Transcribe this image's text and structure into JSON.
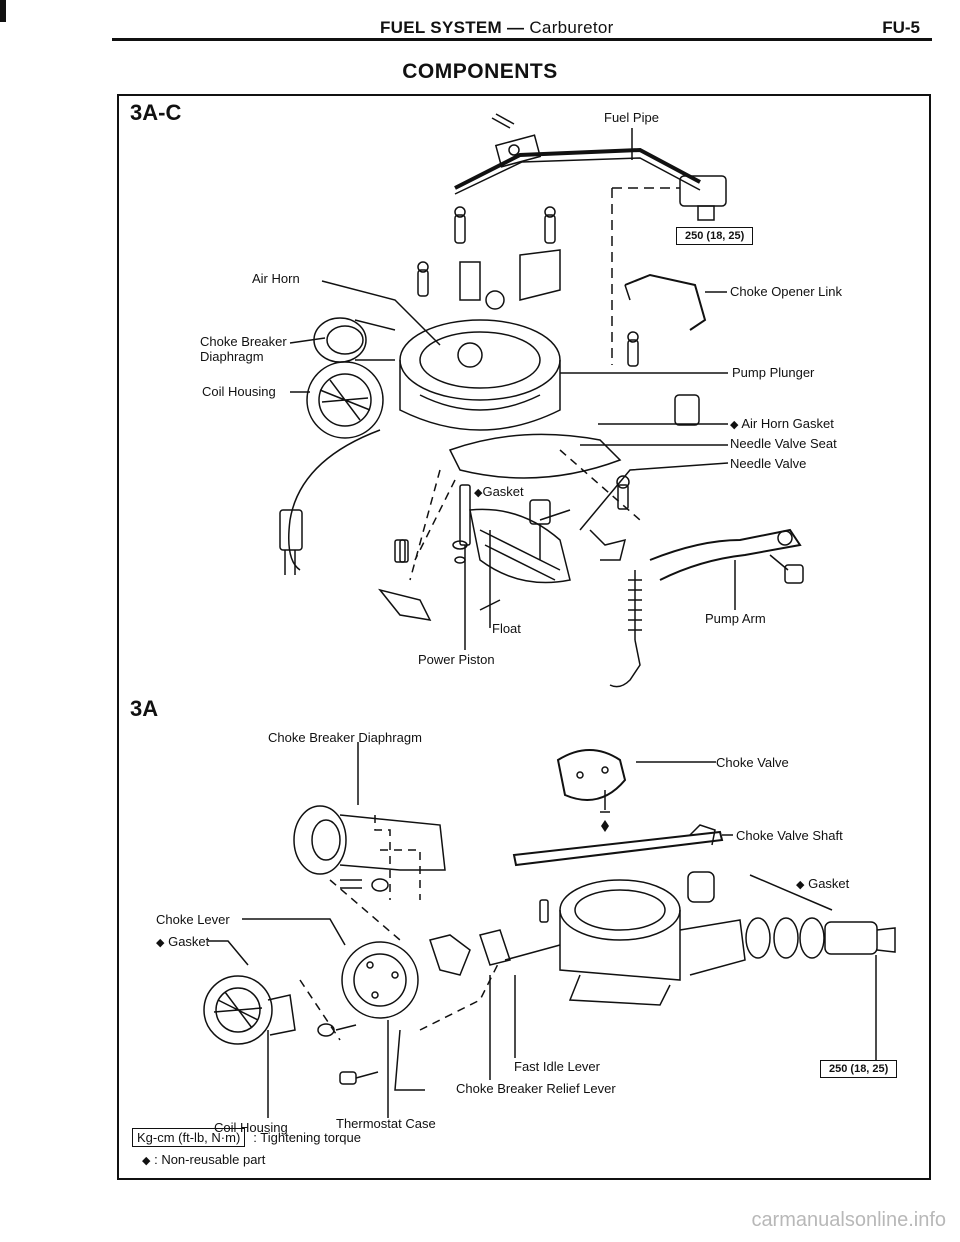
{
  "header": {
    "title_main": "FUEL SYSTEM — ",
    "title_sub": "Carburetor",
    "page_code": "FU-5"
  },
  "heading": "COMPONENTS",
  "section_3ac": {
    "label": "3A-C",
    "parts": {
      "fuel_pipe": "Fuel Pipe",
      "air_horn": "Air Horn",
      "choke_opener_link": "Choke Opener Link",
      "choke_breaker": "Choke Breaker",
      "diaphragm": "Diaphragm",
      "pump_plunger": "Pump Plunger",
      "coil_housing": "Coil Housing",
      "air_horn_gasket": "Air Horn Gasket",
      "needle_valve_seat": "Needle Valve Seat",
      "needle_valve": "Needle Valve",
      "gasket": "Gasket",
      "float": "Float",
      "pump_arm": "Pump Arm",
      "power_piston": "Power Piston"
    },
    "torque": "250 (18, 25)"
  },
  "section_3a": {
    "label": "3A",
    "parts": {
      "choke_breaker_diaphragm": "Choke Breaker Diaphragm",
      "choke_valve": "Choke Valve",
      "choke_valve_shaft": "Choke Valve Shaft",
      "gasket_right": "Gasket",
      "choke_lever": "Choke Lever",
      "gasket_left": "Gasket",
      "fast_idle_lever": "Fast Idle Lever",
      "choke_breaker_relief_lever": "Choke Breaker Relief Lever",
      "coil_housing": "Coil Housing",
      "thermostat_case": "Thermostat Case"
    },
    "torque": "250 (18, 25)"
  },
  "legend": {
    "unit_box": "Kg-cm (ft-lb, N·m)",
    "unit_desc": ": Tightening torque",
    "bullet_symbol": "◆",
    "bullet_desc": ":   Non-reusable part"
  },
  "watermark": "carmanualsonline.info"
}
